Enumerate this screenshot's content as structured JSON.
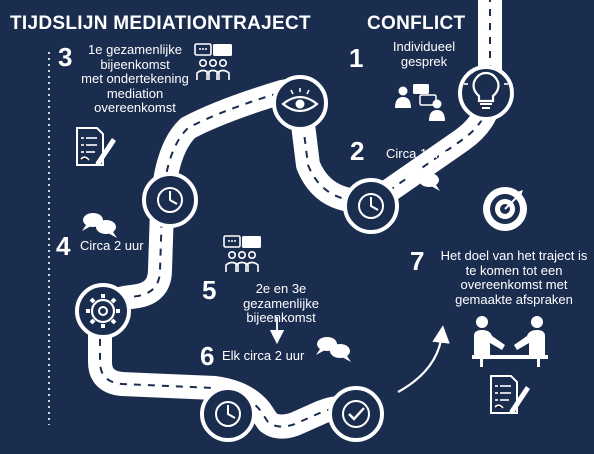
{
  "title": "TIJDSLIJN MEDIATIONTRAJECT",
  "conflict_label": "CONFLICT",
  "steps": [
    {
      "number": "1",
      "text": [
        "Individueel",
        "gesprek"
      ]
    },
    {
      "number": "2",
      "text": [
        "Circa 1 uur"
      ]
    },
    {
      "number": "3",
      "text": [
        "1e gezamenlijke",
        "bijeenkomst",
        "met ondertekening",
        "mediation",
        "overeenkomst"
      ]
    },
    {
      "number": "4",
      "text": [
        "Circa 2 uur"
      ]
    },
    {
      "number": "5",
      "text": [
        "2e en 3e gezamenlijke",
        "bijeenkomst"
      ]
    },
    {
      "number": "6",
      "text": [
        "Elk circa 2 uur"
      ]
    },
    {
      "number": "7",
      "text": [
        "Het doel van het traject is",
        "te komen tot een",
        "overeenkomst met",
        "gemaakte afspraken"
      ]
    }
  ],
  "icons": [
    "lightbulb-icon",
    "eye-icon",
    "clock-icon",
    "gear-icon",
    "checkmark-icon",
    "target-icon",
    "meeting-icon",
    "speech-bubbles-icon",
    "handshake-icon",
    "document-signing-icon"
  ],
  "colors": {
    "background": "#1b2d4f",
    "road": "#ffffff",
    "lane": "#1b2d4f"
  }
}
